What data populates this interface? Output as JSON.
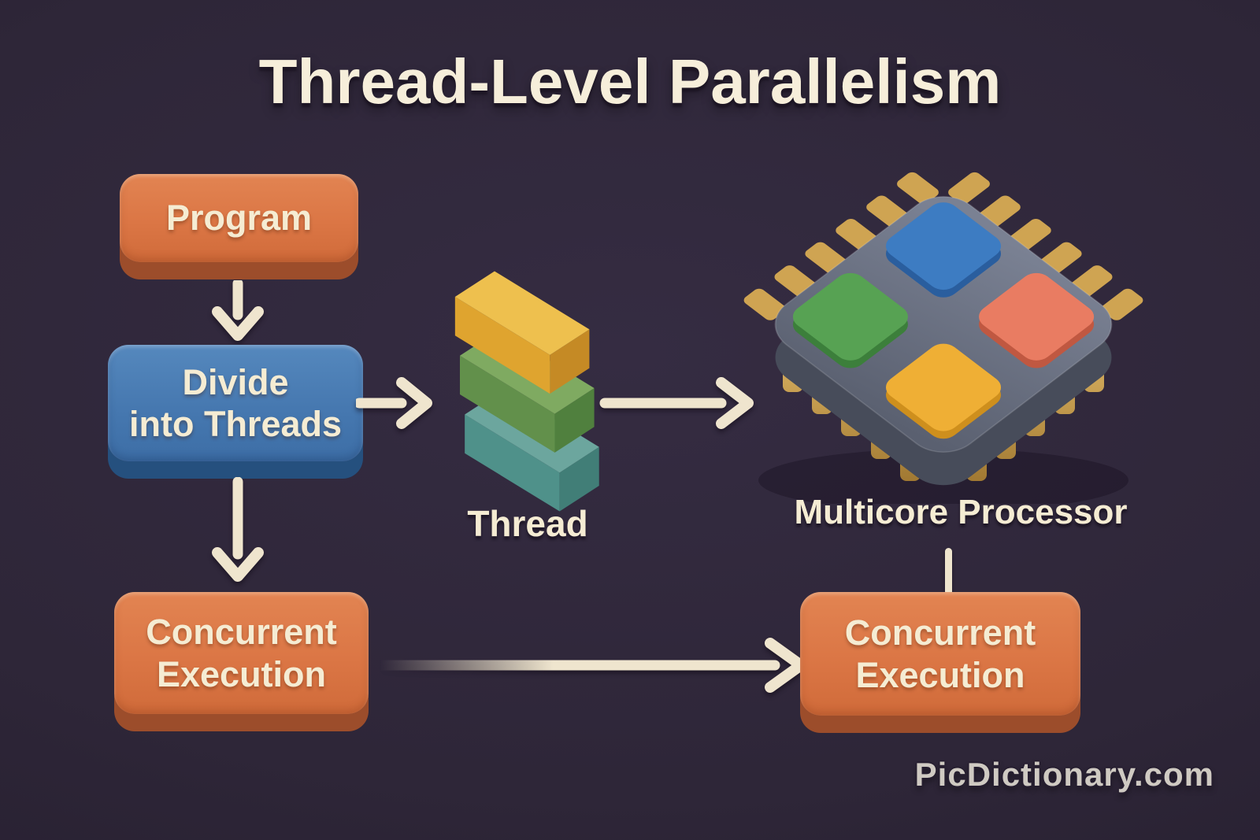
{
  "title": "Thread-Level Parallelism",
  "watermark": "PicDictionary.com",
  "colors": {
    "background": "#2E2638",
    "text_cream": "#F5ECD3",
    "arrow": "#EFE5CE",
    "orange_box": "#DB7645",
    "orange_box_side": "#9C4D2B",
    "blue_box": "#4678B0",
    "blue_box_side": "#25507E",
    "chip_body": "#6E7585",
    "chip_side": "#474C5A",
    "pin_gold": "#CFA452"
  },
  "nodes": {
    "program": {
      "label": "Program"
    },
    "divide": {
      "line1": "Divide",
      "line2": "into Threads"
    },
    "concurrent_left": {
      "line1": "Concurrent",
      "line2": "Execution"
    },
    "concurrent_right": {
      "line1": "Concurrent",
      "line2": "Execution"
    }
  },
  "thread_stack": {
    "label": "Thread",
    "bars": [
      {
        "name": "yellow-thread-bar",
        "top": "#EEC04E",
        "front": "#DFA42F",
        "end": "#C58A25"
      },
      {
        "name": "green-thread-bar",
        "top": "#7FAA61",
        "front": "#62904B",
        "end": "#50803E"
      },
      {
        "name": "teal-thread-bar",
        "top": "#6CA69E",
        "front": "#4F918A",
        "end": "#417E77"
      }
    ]
  },
  "processor": {
    "label": "Multicore Processor",
    "cores": [
      {
        "name": "blue-core",
        "top": "#3D7CC2",
        "side": "#2A5E9E"
      },
      {
        "name": "salmon-core",
        "top": "#E97C62",
        "side": "#C05841"
      },
      {
        "name": "green-core",
        "top": "#57A253",
        "side": "#3C7F3B"
      },
      {
        "name": "yellow-core",
        "top": "#EFAF35",
        "side": "#CE8F1D"
      }
    ]
  }
}
